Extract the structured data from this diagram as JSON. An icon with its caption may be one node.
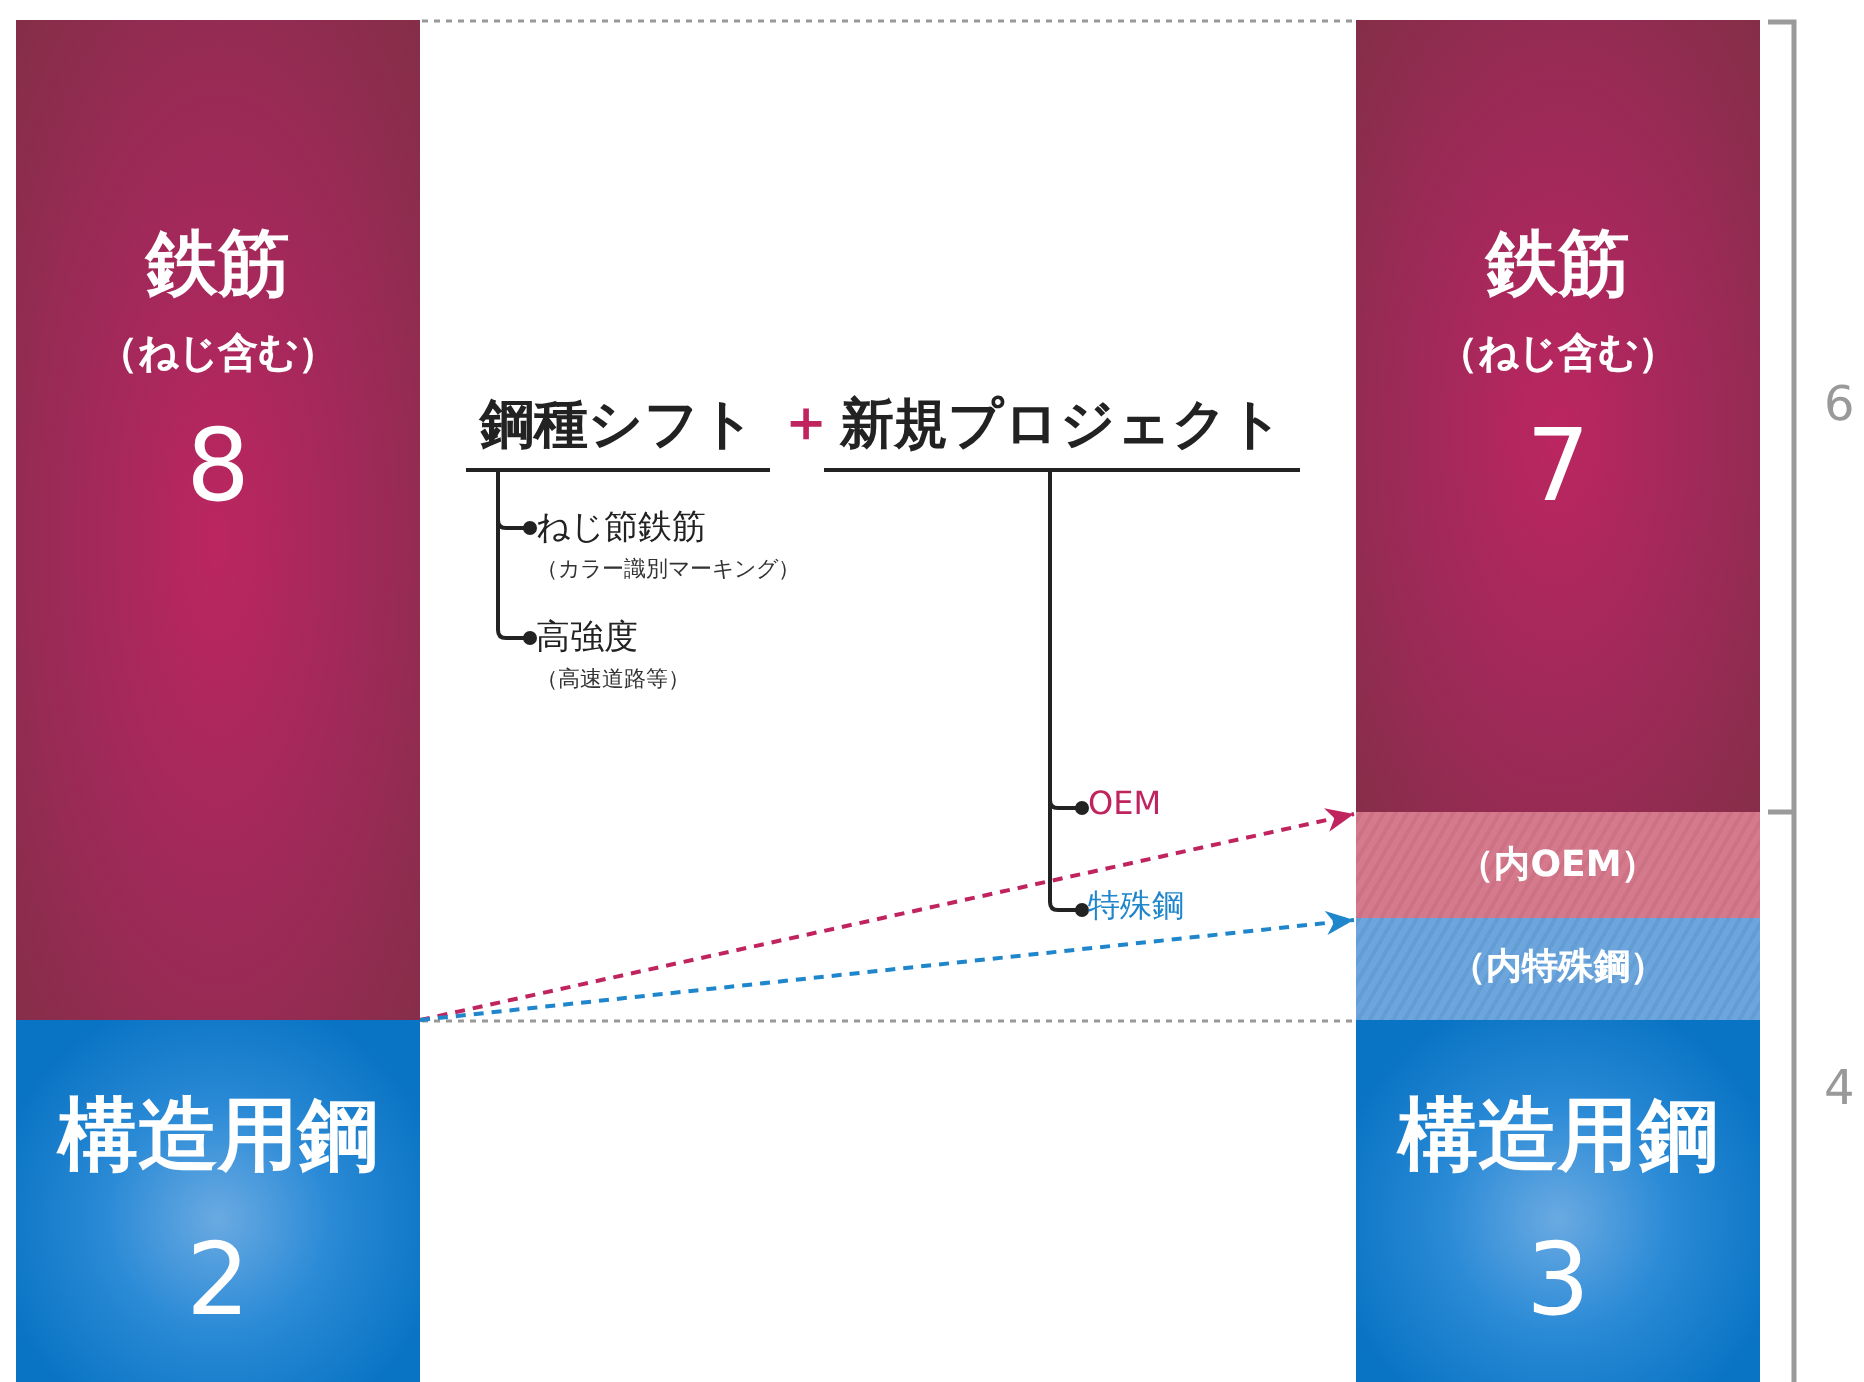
{
  "diagram": {
    "nodes": [
      {
        "text": [
          "鉄筋",
          "（ねじ含む）",
          "8"
        ]
      },
      {
        "text": [
          "構造用鋼",
          "2"
        ]
      },
      {
        "text": [
          "鉄筋",
          "（ねじ含む）",
          "7"
        ]
      },
      {
        "text": [
          "（内OEM）"
        ]
      },
      {
        "text": [
          "（内特殊鋼）"
        ]
      },
      {
        "text": [
          "構造用鋼",
          "3"
        ]
      },
      {
        "text": [
          "鋼種シフト"
        ]
      },
      {
        "text": [
          "ねじ節鉄筋",
          "（カラー識別マーキング）"
        ]
      },
      {
        "text": [
          "高強度",
          "（高速道路等）"
        ]
      },
      {
        "text": [
          "新規プロジェクト"
        ]
      },
      {
        "text": [
          "OEM"
        ]
      },
      {
        "text": [
          "特殊鋼"
        ]
      }
    ],
    "edges": [
      {
        "from": 6,
        "to": 7,
        "arrow": "other"
      },
      {
        "from": 6,
        "to": 8,
        "arrow": "other"
      },
      {
        "from": 9,
        "to": 10,
        "arrow": "other"
      },
      {
        "from": 9,
        "to": 11,
        "arrow": "other"
      },
      {
        "from": 0,
        "to": 3,
        "arrow": "to",
        "style": "dashed",
        "color": "#c0245e"
      },
      {
        "from": 0,
        "to": 4,
        "arrow": "to",
        "style": "dashed",
        "color": "#1f86cc"
      }
    ],
    "labels": [
      "＋",
      "6",
      "4"
    ]
  }
}
